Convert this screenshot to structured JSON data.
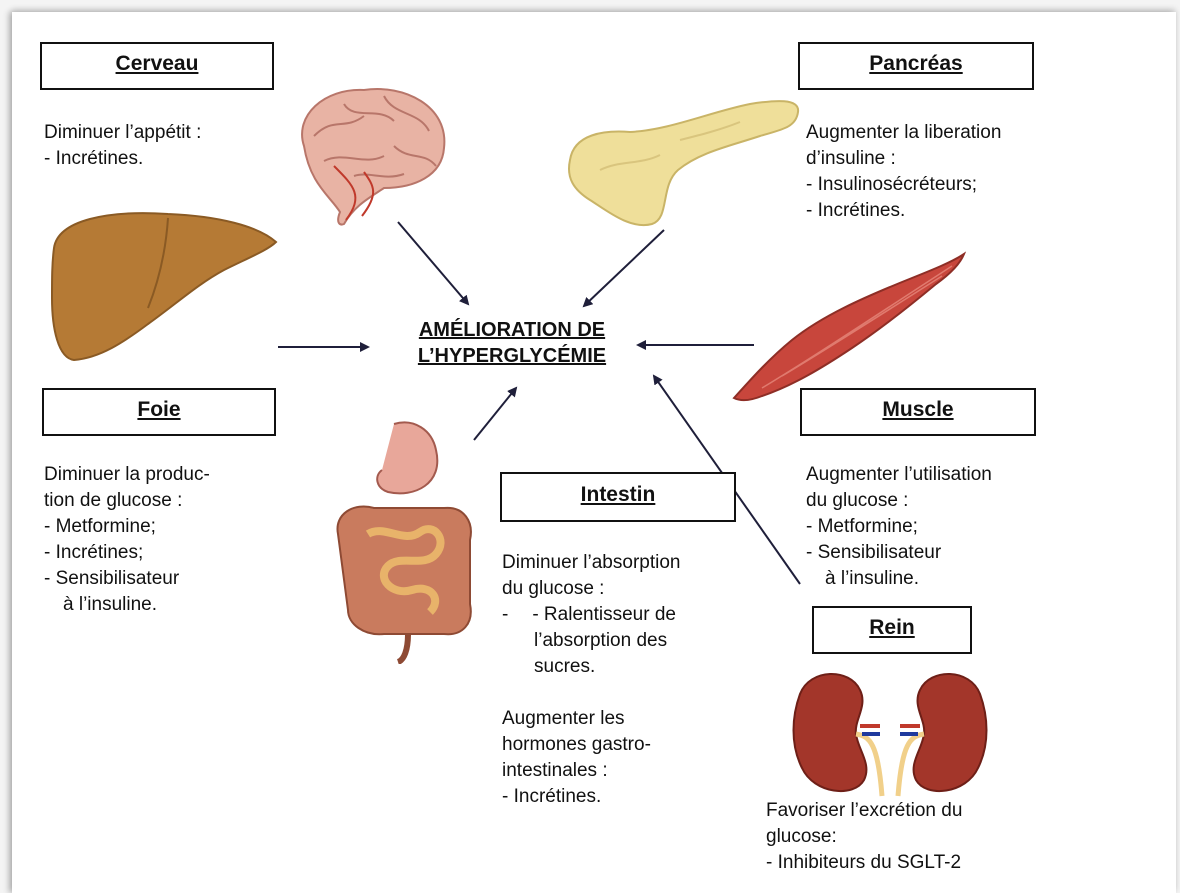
{
  "center": {
    "line1": "AMÉLIORATION DE",
    "line2": "L’HYPERGLYCÉMIE"
  },
  "cerveau": {
    "title": "Cerveau",
    "lines": [
      "Diminuer l’appétit :",
      "- Incrétines."
    ]
  },
  "pancreas": {
    "title": "Pancréas",
    "lines": [
      "Augmenter la liberation",
      "d’insuline :",
      "- Insulinosécréteurs;",
      "- Incrétines."
    ]
  },
  "foie": {
    "title": "Foie",
    "lines": [
      "Diminuer la produc-",
      "tion de glucose :",
      "- Metformine;",
      "- Incrétines;",
      "- Sensibilisateur",
      "à l’insuline."
    ]
  },
  "muscle": {
    "title": "Muscle",
    "lines": [
      "Augmenter l’utilisation",
      "du glucose :",
      "- Metformine;",
      "- Sensibilisateur",
      "à l’insuline."
    ]
  },
  "intestin": {
    "title": "Intestin",
    "lines": [
      "Diminuer l’absorption",
      "du glucose :",
      "- Ralentisseur de",
      "l’absorption des",
      "sucres.",
      "",
      "Augmenter les",
      "hormones gastro-",
      "intestinales :",
      "- Incrétines."
    ]
  },
  "rein": {
    "title": "Rein",
    "lines": [
      "Favoriser l’excrétion du",
      "glucose:",
      "- Inhibiteurs du SGLT-2"
    ]
  },
  "colors": {
    "arrow": "#1f1f3a",
    "liver": "#b57a35",
    "pancreas": "#efdf9a",
    "muscle": "#c8463c",
    "brain": "#e8b3a4",
    "kidney": "#a3362a"
  }
}
